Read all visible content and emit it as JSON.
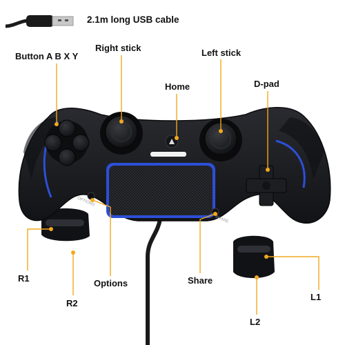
{
  "cable_label": "2.1m long USB cable",
  "labels": {
    "buttons_abxy": "Button A B X Y",
    "right_stick": "Right stick",
    "left_stick": "Left stick",
    "home": "Home",
    "dpad": "D-pad",
    "r1": "R1",
    "r2": "R2",
    "options": "Options",
    "share": "Share",
    "l1": "L1",
    "l2": "L2"
  },
  "controller_printed": {
    "options": "OPTIONS",
    "share": "SHARE"
  },
  "colors": {
    "callout": "#f2a81d",
    "body": "#1a1b1e",
    "accent_blue": "#2d4fd6",
    "text": "#111111"
  }
}
